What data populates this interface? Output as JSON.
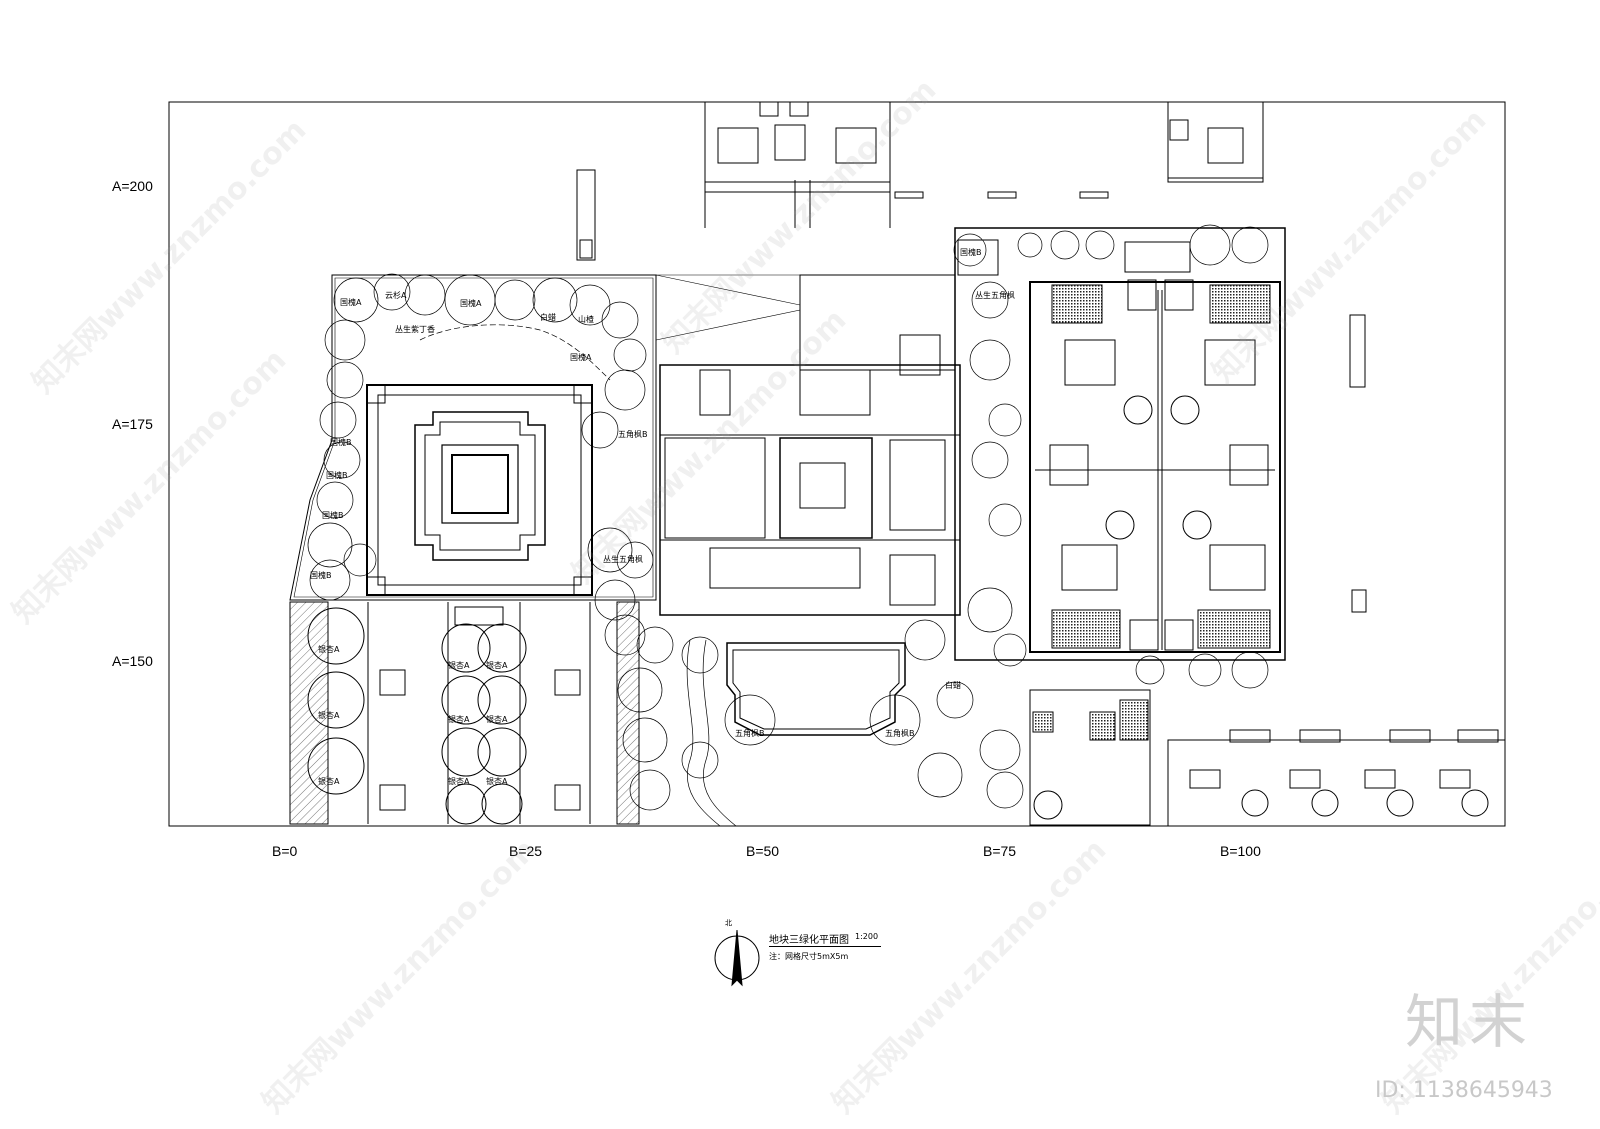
{
  "axis_labels": {
    "a200": "A=200",
    "a175": "A=175",
    "a150": "A=150",
    "b0": "B=0",
    "b25": "B=25",
    "b50": "B=50",
    "b75": "B=75",
    "b100": "B=100"
  },
  "title_block": {
    "north": "北",
    "title": "地块三绿化平面图",
    "scale": "1:200",
    "note": "注：网格尺寸5mX5m"
  },
  "plant_labels": {
    "guohuai_a": "国槐A",
    "guohuai_b": "国槐B",
    "yinxing_a": "银杏A",
    "wujiaofeng_b": "五角枫B",
    "baila": "白蜡",
    "yunshan_a": "云杉A",
    "congsheng_wujiaofeng": "丛生五角枫",
    "congsheng_jiaomu": "丛生紫丁香",
    "shanzha": "山楂"
  },
  "watermark": {
    "site": "知末网www.znzmo.com",
    "logo": "知末",
    "id": "ID: 1138645943"
  },
  "colors": {
    "line": "#000000",
    "watermark": "#c8c8c8"
  }
}
